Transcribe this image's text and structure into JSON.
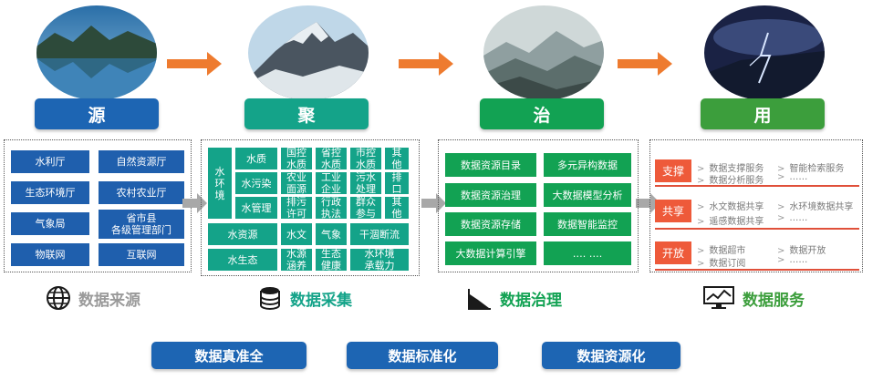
{
  "stages": [
    {
      "title": "源",
      "color": "#1d65b3"
    },
    {
      "title": "聚",
      "color": "#14a389"
    },
    {
      "title": "治",
      "color": "#12a253"
    },
    {
      "title": "用",
      "color": "#3c9e3c"
    }
  ],
  "source": {
    "items": [
      "水利厅",
      "自然资源厅",
      "生态环境厅",
      "农村农业厅",
      "气象局",
      "省市县\n各级管理部门",
      "物联网",
      "互联网"
    ]
  },
  "collect": {
    "env_label": "水\n环\n境",
    "water_quality": "水质",
    "water_pollution": "水污染",
    "water_mgmt": "水管理",
    "state_ctrl": "国控\n水质",
    "prov_ctrl": "省控\n水质",
    "city_ctrl": "市控\n水质",
    "other1": "其\n他",
    "agri_source": "农业\n面源",
    "industry": "工业\n企业",
    "sewage": "污水\n处理",
    "outlet": "排\n口",
    "permit": "排污\n许可",
    "law": "行政\n执法",
    "public": "群众\n参与",
    "other2": "其\n他",
    "water_resource": "水资源",
    "hydrology": "水文",
    "weather": "气象",
    "dryup": "干涸断流",
    "water_eco": "水生态",
    "conserve": "水源\n涵养",
    "health": "生态\n健康",
    "capacity": "水环境\n承载力"
  },
  "govern": {
    "items": [
      "数据资源目录",
      "多元异构数据",
      "数据资源治理",
      "大数据模型分析",
      "数据资源存储",
      "数据智能监控",
      "大数据计算引擎",
      "…. …."
    ]
  },
  "service": {
    "rows": [
      {
        "tag": "支撑",
        "items": [
          "数据支撑服务",
          "智能检索服务",
          "数据分析服务",
          "……"
        ]
      },
      {
        "tag": "共享",
        "items": [
          "水文数据共享",
          "水环境数据共享",
          "遥感数据共享",
          "……"
        ]
      },
      {
        "tag": "开放",
        "items": [
          "数据超市",
          "数据开放",
          "数据订阅",
          "……"
        ]
      }
    ]
  },
  "categories": [
    {
      "label": "数据来源",
      "color": "#9a9a9a",
      "icon": "globe-icon"
    },
    {
      "label": "数据采集",
      "color": "#14a389",
      "icon": "database-icon"
    },
    {
      "label": "数据治理",
      "color": "#12a253",
      "icon": "area-chart-icon"
    },
    {
      "label": "数据服务",
      "color": "#3c9e3c",
      "icon": "monitor-chart-icon"
    }
  ],
  "pills": [
    "数据真准全",
    "数据标准化",
    "数据资源化"
  ]
}
